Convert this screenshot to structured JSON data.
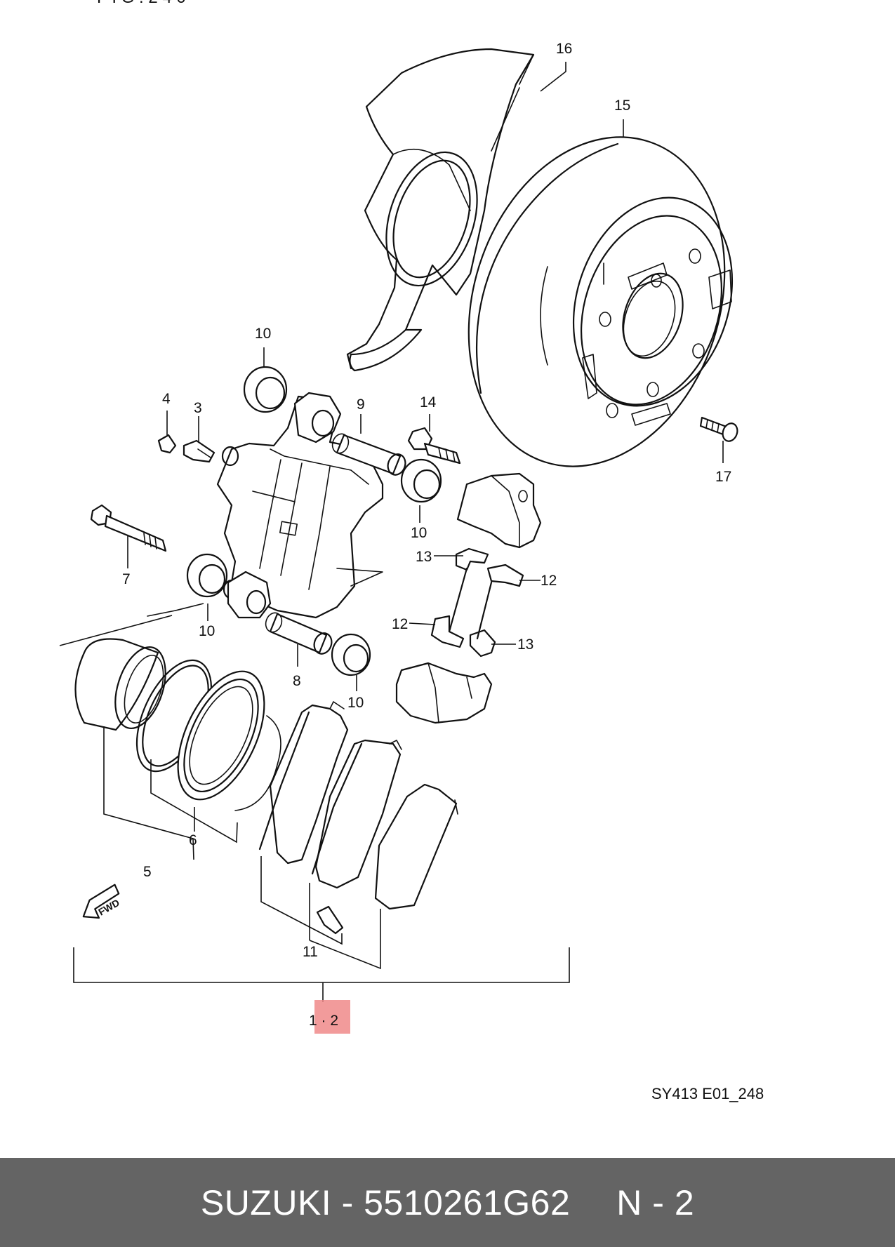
{
  "diagram": {
    "reference_code": "SY413 E01_248",
    "assembly_label": "1 · 2",
    "fwd_label": "FWD",
    "callouts": [
      {
        "id": "c16",
        "text": "16"
      },
      {
        "id": "c15",
        "text": "15"
      },
      {
        "id": "c10a",
        "text": "10"
      },
      {
        "id": "c4",
        "text": "4"
      },
      {
        "id": "c3",
        "text": "3"
      },
      {
        "id": "c9",
        "text": "9"
      },
      {
        "id": "c14",
        "text": "14"
      },
      {
        "id": "c17",
        "text": "17"
      },
      {
        "id": "c10b",
        "text": "10"
      },
      {
        "id": "c7",
        "text": "7"
      },
      {
        "id": "c13a",
        "text": "13"
      },
      {
        "id": "c12a",
        "text": "12"
      },
      {
        "id": "c10c",
        "text": "10"
      },
      {
        "id": "c12b",
        "text": "12"
      },
      {
        "id": "c13b",
        "text": "13"
      },
      {
        "id": "c8",
        "text": "8"
      },
      {
        "id": "c10d",
        "text": "10"
      },
      {
        "id": "c6",
        "text": "6"
      },
      {
        "id": "c5",
        "text": "5"
      },
      {
        "id": "c11",
        "text": "11"
      }
    ]
  },
  "footer": {
    "brand_part": "SUZUKI - 5510261G62",
    "qty": "N - 2"
  },
  "colors": {
    "footer_bg": "#646464",
    "footer_text": "#ffffff",
    "highlight": "#f08a8a"
  }
}
